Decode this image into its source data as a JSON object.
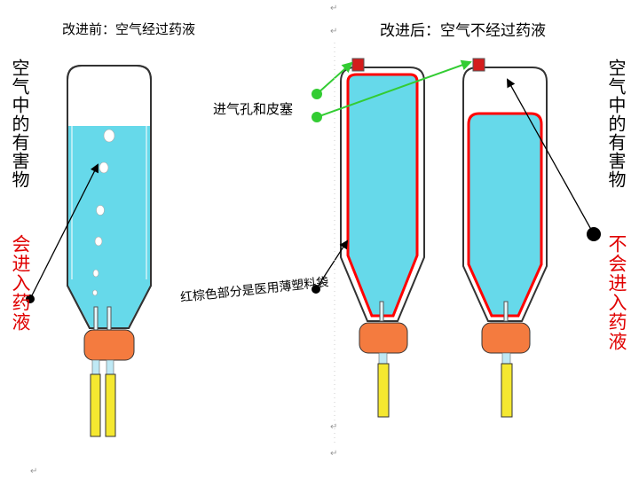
{
  "titles": {
    "left": "改进前：空气经过药液",
    "right": "改进后：空气不经过药液"
  },
  "labels": {
    "vent": "进气孔和皮塞",
    "bag": "红棕色部分是医用薄塑料袋"
  },
  "left_side": {
    "line1": "空气中的有害物",
    "line2": "会进入药液"
  },
  "right_side": {
    "line1": "空气中的有害物",
    "line2": "不会进入药液"
  },
  "paragraph_mark": "↵",
  "colors": {
    "liquid": "#66d9ea",
    "cap": "#f47b3f",
    "tube": "#f5e830",
    "bag": "#ff0000",
    "arrow_green": "#33cc33",
    "text_red": "#e00000"
  }
}
